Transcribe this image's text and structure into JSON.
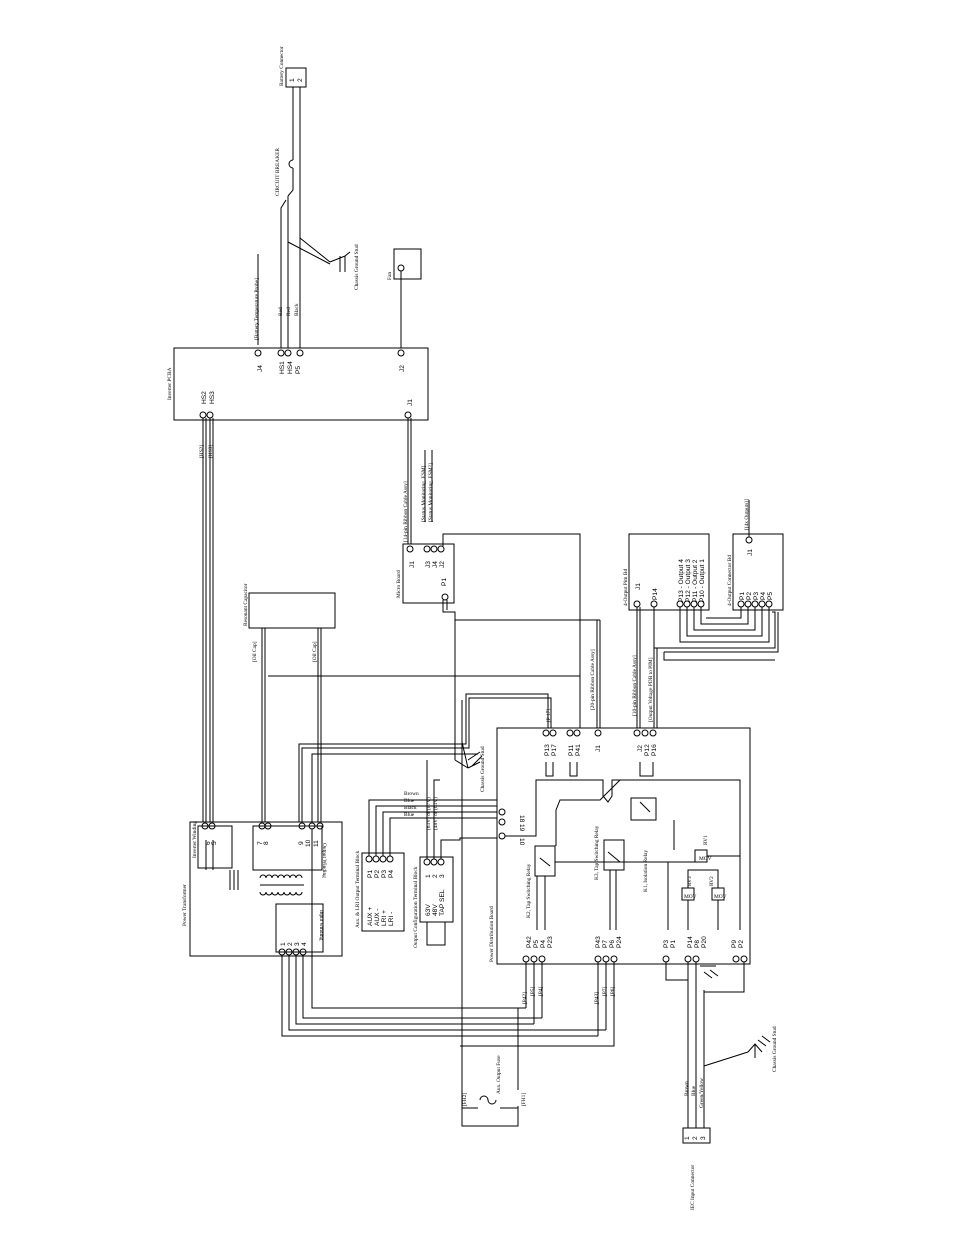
{
  "components": {
    "battery_connector": {
      "label": "Battery Connector",
      "pins": [
        "1",
        "2"
      ]
    },
    "circuit_breaker": {
      "label": "CIRCUIT BREAKER"
    },
    "chassis_ground_top": {
      "label": "Chassis Ground Stud"
    },
    "battery_temp_probe": {
      "label": "[Battery Temperature Probe]"
    },
    "wire_colors_battery": [
      "Red",
      "Red",
      "Black"
    ],
    "fan": {
      "label": "Fan"
    },
    "inverter_pcba": {
      "label": "Inverter PCBA",
      "pins_left": [
        "J4",
        "HS1",
        "HS4",
        "P5",
        "J2"
      ],
      "pins_right": [
        "HS2",
        "HS3",
        "J1"
      ]
    },
    "hs_refs": [
      "[HS2]",
      "[HS3]"
    ],
    "ribbon_14": "[14-pin Ribbon Cable Assy]",
    "status_esm": [
      "[Status Monitoring, ESM]",
      "[Status Monitoring, ESM?]"
    ],
    "micro_board": {
      "label": "Micro Board",
      "pins": [
        "J1",
        "J3",
        "J4",
        "J2",
        "P1"
      ]
    },
    "four_output_pim": {
      "label": "4-Output Pim Bd",
      "pins": [
        "J1",
        "P14",
        "P13 - Output 4",
        "P12 - Output 3",
        "P11 - Output 2",
        "P10 - Output 1"
      ]
    },
    "four_output_connector": {
      "label": "4-Output Connector Bd",
      "pins": [
        "P1",
        "P2",
        "P3",
        "P4",
        "P5",
        "J1"
      ]
    },
    "x4_outputs": "[(4x Outputs)]",
    "resonant_capacitor": {
      "label": "Resonant Capacitor",
      "refs": [
        "[Oil Cap]",
        "[Oil Cap]"
      ]
    },
    "ribbon_20": "[20-pin Ribbon Cable Assy]",
    "ribbon_10": "[10-pin Ribbon Cable Assy]",
    "output_voltage": "[Output Voltage PDB to PIM]",
    "p17_ref": "[P 17]",
    "chassis_ground_mid": {
      "label": "Chassis Ground Stud"
    },
    "power_transformer": {
      "label": "Power Transformer",
      "inverter_winding": "Inverter Winding",
      "output_winding": "Output Winding",
      "input_winding": "Input winding",
      "inverter_pins": [
        "6",
        "5",
        "7",
        "8",
        "9",
        "10",
        "11"
      ],
      "input_pins": [
        "1",
        "2",
        "3",
        "4"
      ]
    },
    "aux_lri_block": {
      "label": "Aux. & LRI Output Terminal Block",
      "rows": [
        "AUX +",
        "AUX -",
        "LRI +",
        "LRI -"
      ],
      "pins": [
        "P1",
        "P2",
        "P3",
        "P4"
      ]
    },
    "wire_small": [
      "Brown",
      "Blue",
      "Black",
      "Blue"
    ],
    "output_config_block": {
      "label": "Output Configuration Terminal Block",
      "rows": [
        "63V",
        "48V",
        "TAP SEL"
      ],
      "pins": [
        "1",
        "2",
        "3"
      ],
      "notes": [
        "(63V) or (87V)",
        "(48V) or (63V)"
      ]
    },
    "pdb": {
      "label": "Power Distribution Board",
      "top_pins": [
        "P13",
        "P17",
        "P11",
        "P41",
        "J1",
        "J2",
        "P12",
        "P16"
      ],
      "fh_pins": [
        "18",
        "19",
        "10"
      ],
      "bottom_pins": [
        "P42",
        "P5",
        "P4",
        "P23",
        "P43",
        "P7",
        "P6",
        "P24",
        "P3",
        "P1",
        "P14",
        "P8",
        "P20",
        "P9",
        "P2"
      ],
      "relays": [
        "K2, Tap Switching Relay",
        "K3, Tap Switching Relay",
        "K1, Isolation Relay"
      ],
      "varistors": [
        "RV1",
        "RV2",
        "RV3"
      ],
      "mov": "MOV"
    },
    "bottom_refs": [
      "[P42]",
      "[P5]",
      "[P4]",
      "[P43]",
      "[P7]",
      "[P6]"
    ],
    "aux_fuse": {
      "label": "Aux. Output Fuse",
      "refs": [
        "[FH2]",
        "[FH1]"
      ]
    },
    "iec_connector": {
      "label": "IEC Input Connector",
      "pins": [
        "1",
        "2",
        "3"
      ]
    },
    "iec_wires": [
      "Brown",
      "Blue",
      "Green/Yellow"
    ],
    "chassis_ground_bottom": {
      "label": "Chassis Ground Stud"
    }
  }
}
